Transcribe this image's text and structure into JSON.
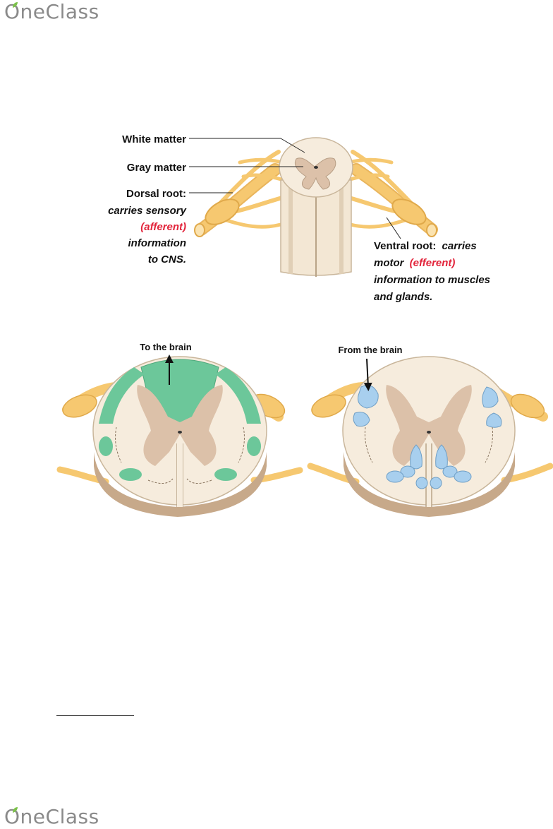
{
  "brand": {
    "name": "OneClass",
    "icon": "leaf-icon",
    "color": "#8a8a8a",
    "leaf_color": "#7cc24a"
  },
  "top_diagram": {
    "labels": {
      "white_matter": "White matter",
      "gray_matter": "Gray matter",
      "dorsal_root_title": "Dorsal root:",
      "dorsal_line1": "carries sensory",
      "dorsal_line2": "(afferent)",
      "dorsal_line3": "information",
      "dorsal_line4": "to CNS.",
      "ventral_title": "Ventral root:",
      "ventral_line1_rest": "carries",
      "ventral_line2a": "motor",
      "ventral_line2b": "(efferent)",
      "ventral_line3": "information to muscles",
      "ventral_line4": "and glands."
    }
  },
  "left_diagram": {
    "label": "To the brain",
    "highlight_color": "#6cc79a"
  },
  "right_diagram": {
    "label": "From the brain",
    "highlight_color": "#a8cfee"
  },
  "colors": {
    "nerve": "#f6c870",
    "nerve_dark": "#e0a94a",
    "white_matter": "#f6ecdd",
    "gray_matter": "#d9c0aa",
    "accent_red": "#e2233a"
  }
}
